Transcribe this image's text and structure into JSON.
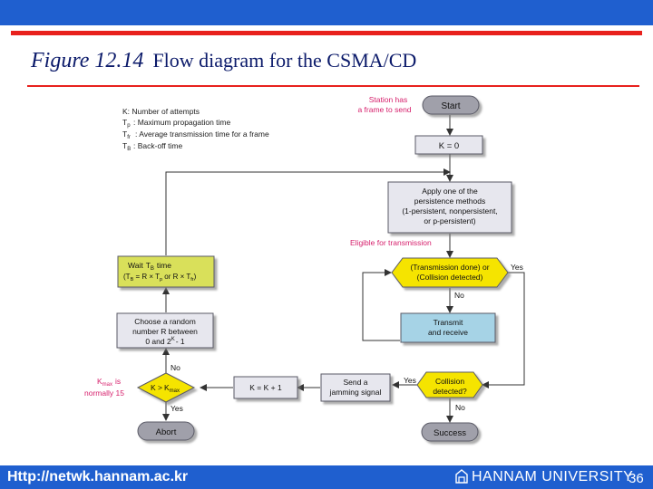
{
  "slide": {
    "figure_number": "Figure 12.14",
    "figure_title": "Flow diagram for the CSMA/CD",
    "footer_url": "Http://netwk.hannam.ac.kr",
    "footer_university": "HANNAM UNIVERSITY",
    "page_number": "36"
  },
  "diagram": {
    "legend": {
      "k": "K: Number of attempts",
      "tp": ": Maximum propagation time",
      "tfr": ": Average transmission time for a frame",
      "tb": ": Back-off time"
    },
    "notes": {
      "station_line1": "Station has",
      "station_line2": "a frame to send",
      "eligible": "Eligible for transmission",
      "kmax_line1_suffix": "is",
      "kmax_line2": "normally 15"
    },
    "nodes": {
      "start": "Start",
      "k_zero": "K = 0",
      "persistence": [
        "Apply one of the",
        "persistence methods",
        "(1-persistent, nonpersistent,",
        "or p-persistent)"
      ],
      "trans_decision": [
        "(Transmission done) or",
        "(Collision detected)"
      ],
      "transmit": [
        "Transmit",
        "and receive"
      ],
      "wait_title": "Wait",
      "wait_title_suffix": "time",
      "random": [
        "Choose a random",
        "number R between",
        "0 and 2",
        "- 1"
      ],
      "k_decision": "K >",
      "k_increment": "K = K + 1",
      "jamming": [
        "Send a",
        "jamming signal"
      ],
      "collision": [
        "Collision",
        "detected?"
      ],
      "abort": "Abort",
      "success": "Success"
    },
    "edge_labels": {
      "yes": "Yes",
      "no": "No"
    },
    "colors": {
      "box_fill": "#e7e7ee",
      "box_border": "#5a5a66",
      "decision_fill": "#f5e400",
      "wait_fill": "#d9e05a",
      "transmit_fill": "#a6d3e6",
      "terminal_fill": "#a0a0aa",
      "annotation": "#d6206c"
    }
  }
}
